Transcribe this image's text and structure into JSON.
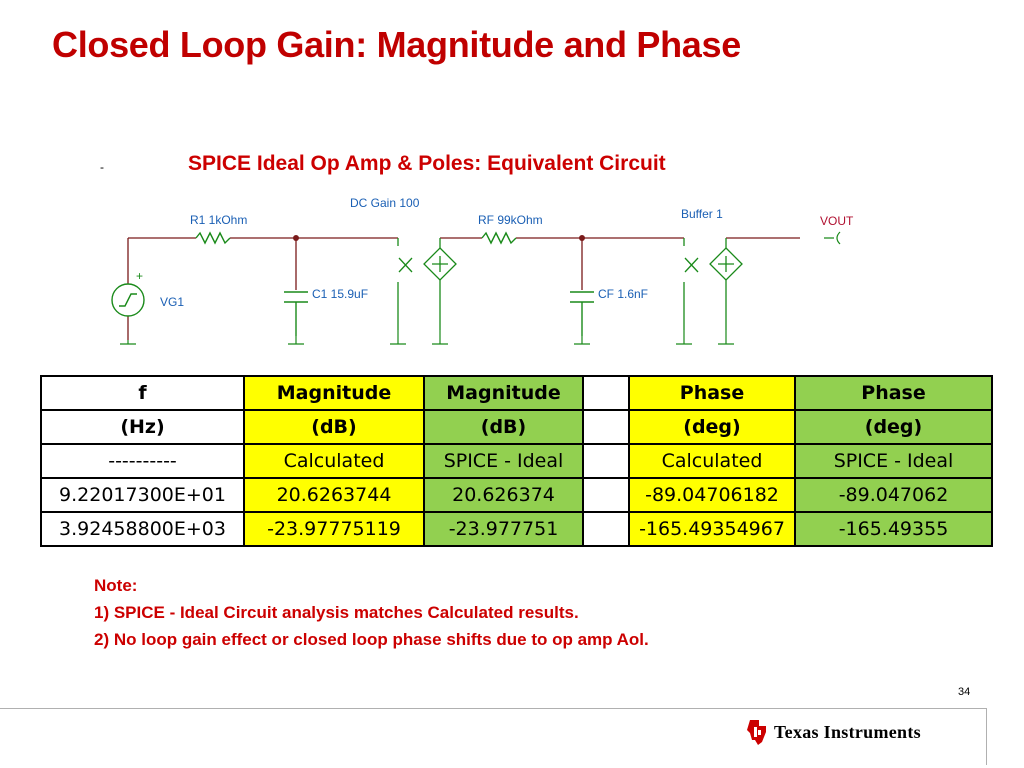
{
  "title": "Closed Loop Gain: Magnitude and Phase",
  "bullet": "-",
  "subtitle": "SPICE Ideal Op Amp & Poles:  Equivalent Circuit",
  "circuit": {
    "dc_gain": "DC Gain 100",
    "r1": "R1 1kOhm",
    "rf": "RF 99kOhm",
    "buffer": "Buffer 1",
    "vout": "VOUT",
    "c1": "C1 15.9uF",
    "cf": "CF 1.6nF",
    "vg1": "VG1"
  },
  "table": {
    "header1": [
      "f",
      "Magnitude",
      "Magnitude",
      "",
      "Phase",
      "Phase"
    ],
    "header2": [
      "(Hz)",
      "(dB)",
      "(dB)",
      "",
      "(deg)",
      "(deg)"
    ],
    "rows": [
      [
        "----------",
        "Calculated",
        "SPICE - Ideal",
        "",
        "Calculated",
        "SPICE - Ideal"
      ],
      [
        "9.22017300E+01",
        "20.6263744",
        "20.626374",
        "",
        "-89.04706182",
        "-89.047062"
      ],
      [
        "3.92458800E+03",
        "-23.97775119",
        "-23.977751",
        "",
        "-165.49354967",
        "-165.49355"
      ]
    ]
  },
  "note": {
    "heading": "Note:",
    "line1": "1) SPICE - Ideal Circuit analysis matches Calculated results.",
    "line2": "2) No loop gain effect or closed loop phase shifts due to op amp Aol."
  },
  "page_number": "34",
  "footer": {
    "logo_text": "Texas Instruments",
    "logo_icon": "ti-logo-icon"
  },
  "colors": {
    "title": "#c00000",
    "calculated_fill": "#ffff00",
    "spice_fill": "#92d050",
    "circuit_labels": "#1a5fb4",
    "wire": "#7a1a1a",
    "component": "#1a8a1a"
  }
}
